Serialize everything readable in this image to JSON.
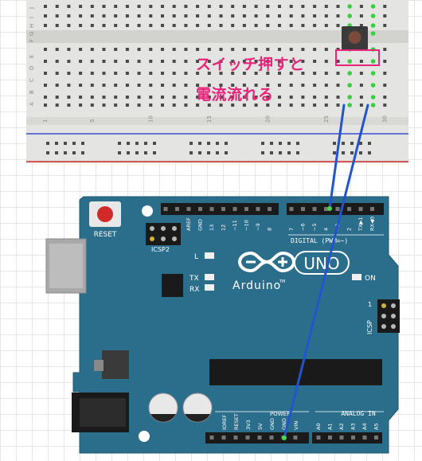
{
  "breadboard": {
    "row_letters_top": [
      "J",
      "I",
      "H",
      "G",
      "F"
    ],
    "row_letters_bottom": [
      "E",
      "D",
      "C",
      "B",
      "A"
    ],
    "column_numbers": [
      "1",
      "5",
      "10",
      "15",
      "20",
      "25",
      "30"
    ]
  },
  "annotation": {
    "line1": "スイッチ押すと",
    "line2": "電流流れる",
    "color": "#e8237a"
  },
  "arduino": {
    "reset_label": "RESET",
    "icsp2_label": "ICSP2",
    "digital_label": "DIGITAL (PWM=~)",
    "digital_pins": [
      "AREF",
      "GND",
      "13",
      "12",
      "~11",
      "~10",
      "~9",
      "8",
      "7",
      "~6",
      "~5",
      "4",
      "~3",
      "2",
      "TX▶1",
      "RX◀0"
    ],
    "led_l": "L",
    "led_tx": "TX",
    "led_rx": "RX",
    "led_on": "ON",
    "brand": "Arduino",
    "tm": "TM",
    "model": "UNO",
    "icsp_label": "ICSP",
    "icsp_pin1": "1",
    "power_label": "POWER",
    "analog_label": "ANALOG IN",
    "power_pins": [
      "IOREF",
      "RESET",
      "3V3",
      "5V",
      "GND",
      "GND",
      "VIN"
    ],
    "analog_pins": [
      "A0",
      "A1",
      "A2",
      "A3",
      "A4",
      "A5"
    ],
    "board_color": "#2a6e8c"
  },
  "wire_color": "#2255cc"
}
